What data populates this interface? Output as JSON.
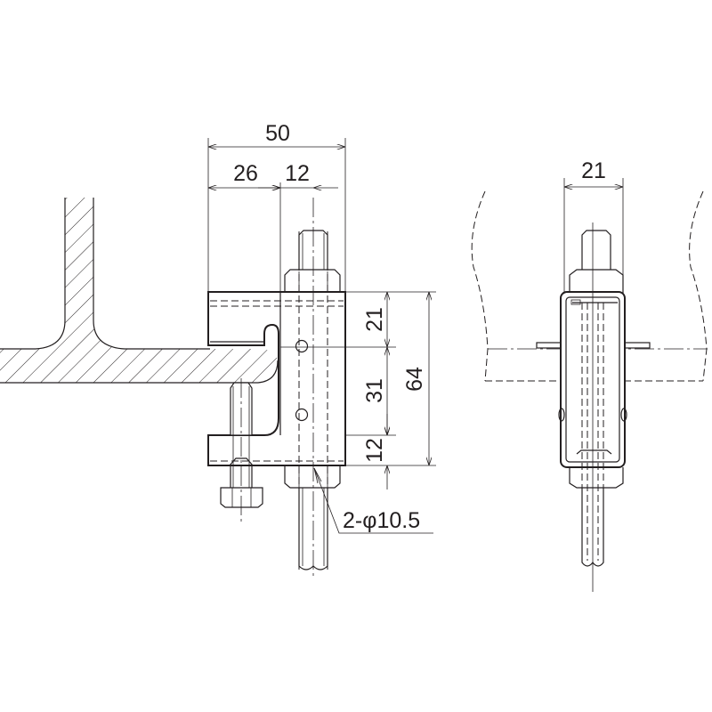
{
  "dimensions": {
    "overall_width": "50",
    "offset_width": "26",
    "hole_offset": "12",
    "top_height": "21",
    "hole_spacing": "31",
    "jaw_height": "12",
    "overall_height": "64",
    "side_width": "21",
    "hole_callout": "2-φ10.5"
  },
  "colors": {
    "line": "#231f20",
    "background": "#ffffff"
  }
}
